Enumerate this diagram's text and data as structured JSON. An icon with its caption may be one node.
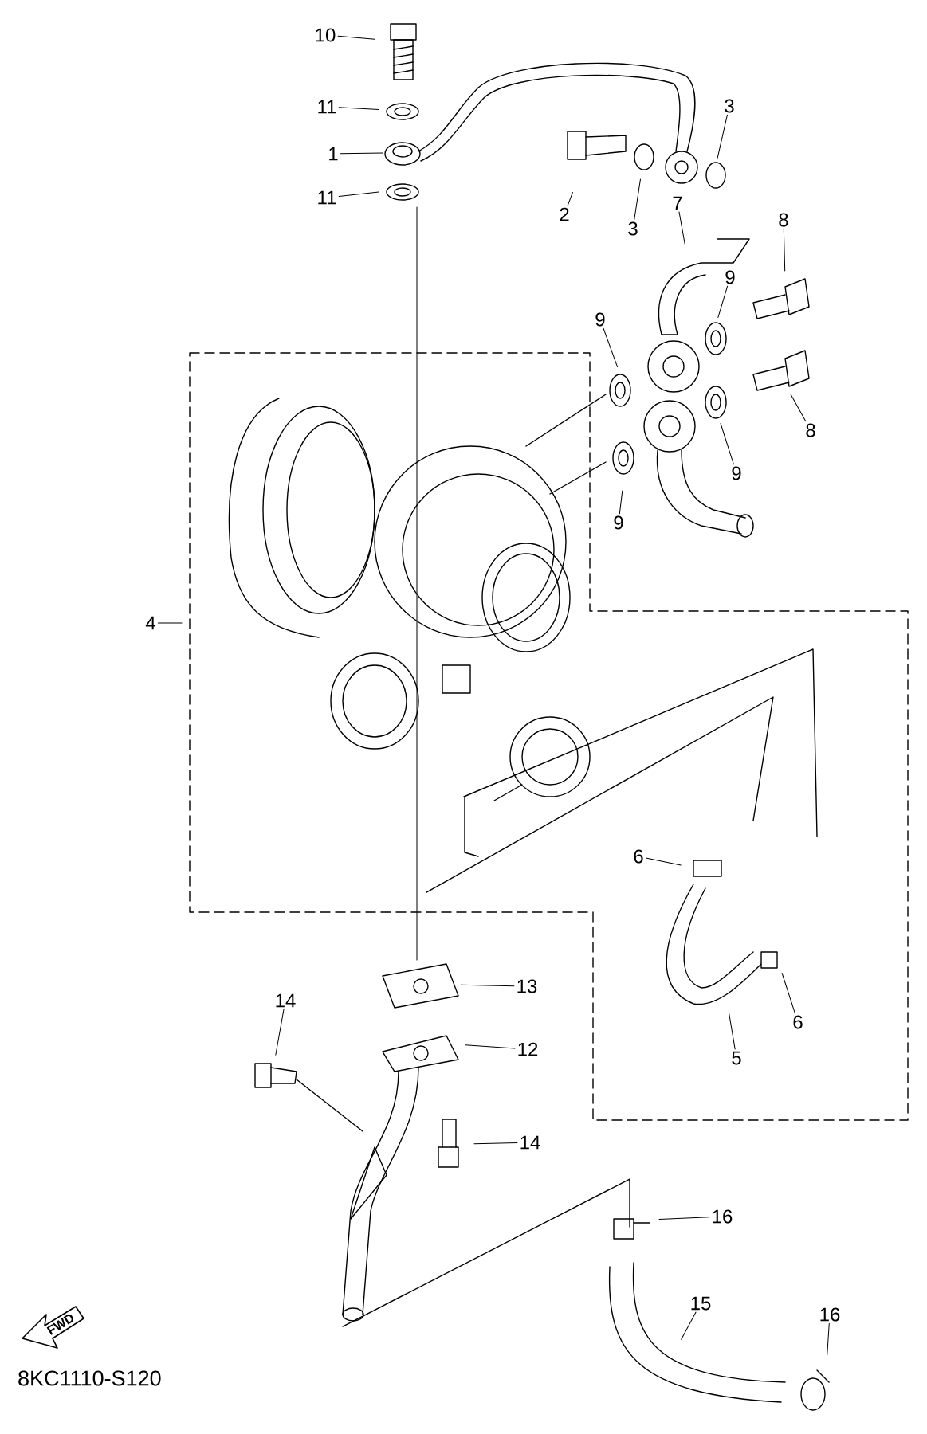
{
  "diagram": {
    "nodes": [
      {
        "text": [
          "10"
        ]
      },
      {
        "text": [
          "11"
        ]
      },
      {
        "text": [
          "1"
        ]
      },
      {
        "text": [
          "11"
        ]
      },
      {
        "text": [
          "3"
        ]
      },
      {
        "text": [
          "2"
        ]
      },
      {
        "text": [
          "3"
        ]
      },
      {
        "text": [
          "7"
        ]
      },
      {
        "text": [
          "8"
        ]
      },
      {
        "text": [
          "9"
        ]
      },
      {
        "text": [
          "9"
        ]
      },
      {
        "text": [
          "8"
        ]
      },
      {
        "text": [
          "9"
        ]
      },
      {
        "text": [
          "9"
        ]
      },
      {
        "text": [
          "4"
        ]
      },
      {
        "text": [
          "6"
        ]
      },
      {
        "text": [
          "6"
        ]
      },
      {
        "text": [
          "13"
        ]
      },
      {
        "text": [
          "14"
        ]
      },
      {
        "text": [
          "12"
        ]
      },
      {
        "text": [
          "5"
        ]
      },
      {
        "text": [
          "14"
        ]
      },
      {
        "text": [
          "16"
        ]
      },
      {
        "text": [
          "15"
        ]
      },
      {
        "text": [
          "16"
        ]
      }
    ],
    "edges": [
      {
        "from": 0,
        "to": null,
        "arrow": "none"
      },
      {
        "from": 1,
        "to": null,
        "arrow": "none"
      },
      {
        "from": 2,
        "to": null,
        "arrow": "none"
      },
      {
        "from": 3,
        "to": null,
        "arrow": "none"
      },
      {
        "from": 4,
        "to": null,
        "arrow": "none"
      },
      {
        "from": 5,
        "to": null,
        "arrow": "none"
      },
      {
        "from": 6,
        "to": null,
        "arrow": "none"
      },
      {
        "from": 7,
        "to": null,
        "arrow": "none"
      },
      {
        "from": 8,
        "to": null,
        "arrow": "none"
      },
      {
        "from": 9,
        "to": null,
        "arrow": "none"
      },
      {
        "from": 10,
        "to": null,
        "arrow": "none"
      },
      {
        "from": 11,
        "to": null,
        "arrow": "none"
      },
      {
        "from": 12,
        "to": null,
        "arrow": "none"
      },
      {
        "from": 13,
        "to": null,
        "arrow": "none"
      },
      {
        "from": 14,
        "to": null,
        "arrow": "none"
      },
      {
        "from": 15,
        "to": null,
        "arrow": "none"
      },
      {
        "from": 16,
        "to": null,
        "arrow": "none"
      },
      {
        "from": 17,
        "to": null,
        "arrow": "none"
      },
      {
        "from": 18,
        "to": null,
        "arrow": "none"
      },
      {
        "from": 19,
        "to": null,
        "arrow": "none"
      },
      {
        "from": 20,
        "to": null,
        "arrow": "none"
      },
      {
        "from": 21,
        "to": null,
        "arrow": "none"
      },
      {
        "from": 22,
        "to": null,
        "arrow": "none"
      },
      {
        "from": 23,
        "to": null,
        "arrow": "none"
      },
      {
        "from": 24,
        "to": null,
        "arrow": "none"
      }
    ],
    "labels": [
      "FWD",
      "8KC1110-S120"
    ]
  }
}
